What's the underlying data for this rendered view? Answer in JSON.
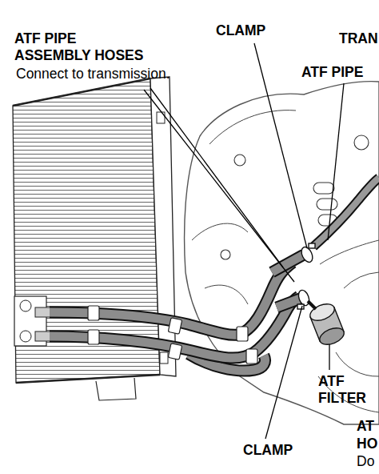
{
  "diagram": {
    "labels": [
      "ATF PIPE ASSEMBLY HOSES",
      "Connect to transmission.",
      "CLAMP",
      "TRAN",
      "ATF PIPE",
      "ATF FILTER",
      "CLAMP",
      "AT",
      "HO",
      "Do"
    ]
  }
}
